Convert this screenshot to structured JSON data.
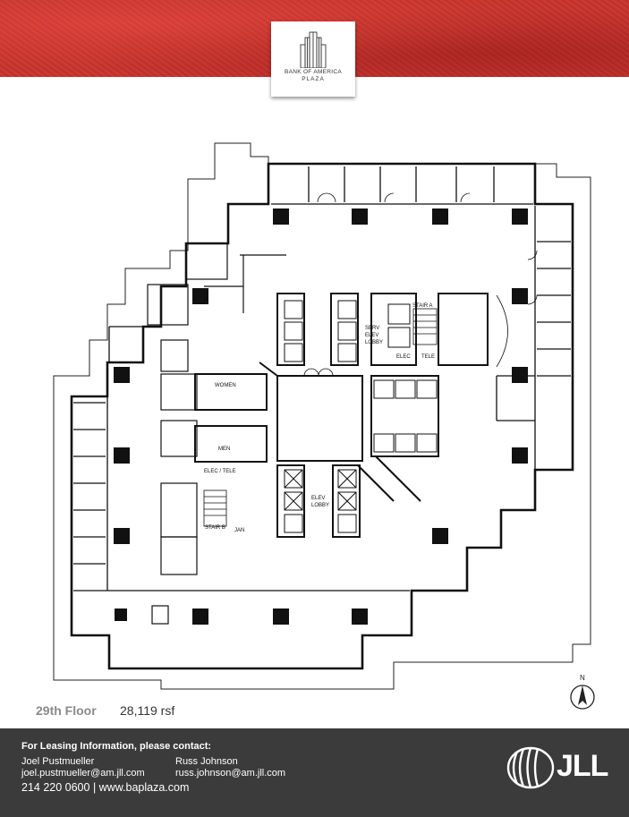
{
  "header": {
    "brand_line1": "BANK OF AMERICA",
    "brand_line2": "PLAZA",
    "accent_color": "#c8332c"
  },
  "plan": {
    "room_labels": {
      "women": "WOMEN",
      "men": "MEN",
      "elec_tele": "ELEC / TELE",
      "stair_b": "STAIR B",
      "jan": "JAN",
      "stair_a": "STAIR A",
      "serv": "SERV",
      "elev": "ELEV",
      "lobby": "LOBBY",
      "elec": "ELEC",
      "tele": "TELE",
      "elev_lobby_1": "ELEV",
      "elev_lobby_2": "LOBBY"
    },
    "compass": "N",
    "floor": "29th Floor",
    "area": "28,119 rsf",
    "floor_color": "#8a8a8a"
  },
  "footer": {
    "heading": "For Leasing Information, please contact:",
    "contact1_name": "Joel Pustmueller",
    "contact1_email": "joel.pustmueller@am.jll.com",
    "contact2_name": "Russ Johnson",
    "contact2_email": "russ.johnson@am.jll.com",
    "phone_web": "214 220 0600  |  www.baplaza.com",
    "brand": "JLL",
    "background": "#3b3b3b"
  }
}
